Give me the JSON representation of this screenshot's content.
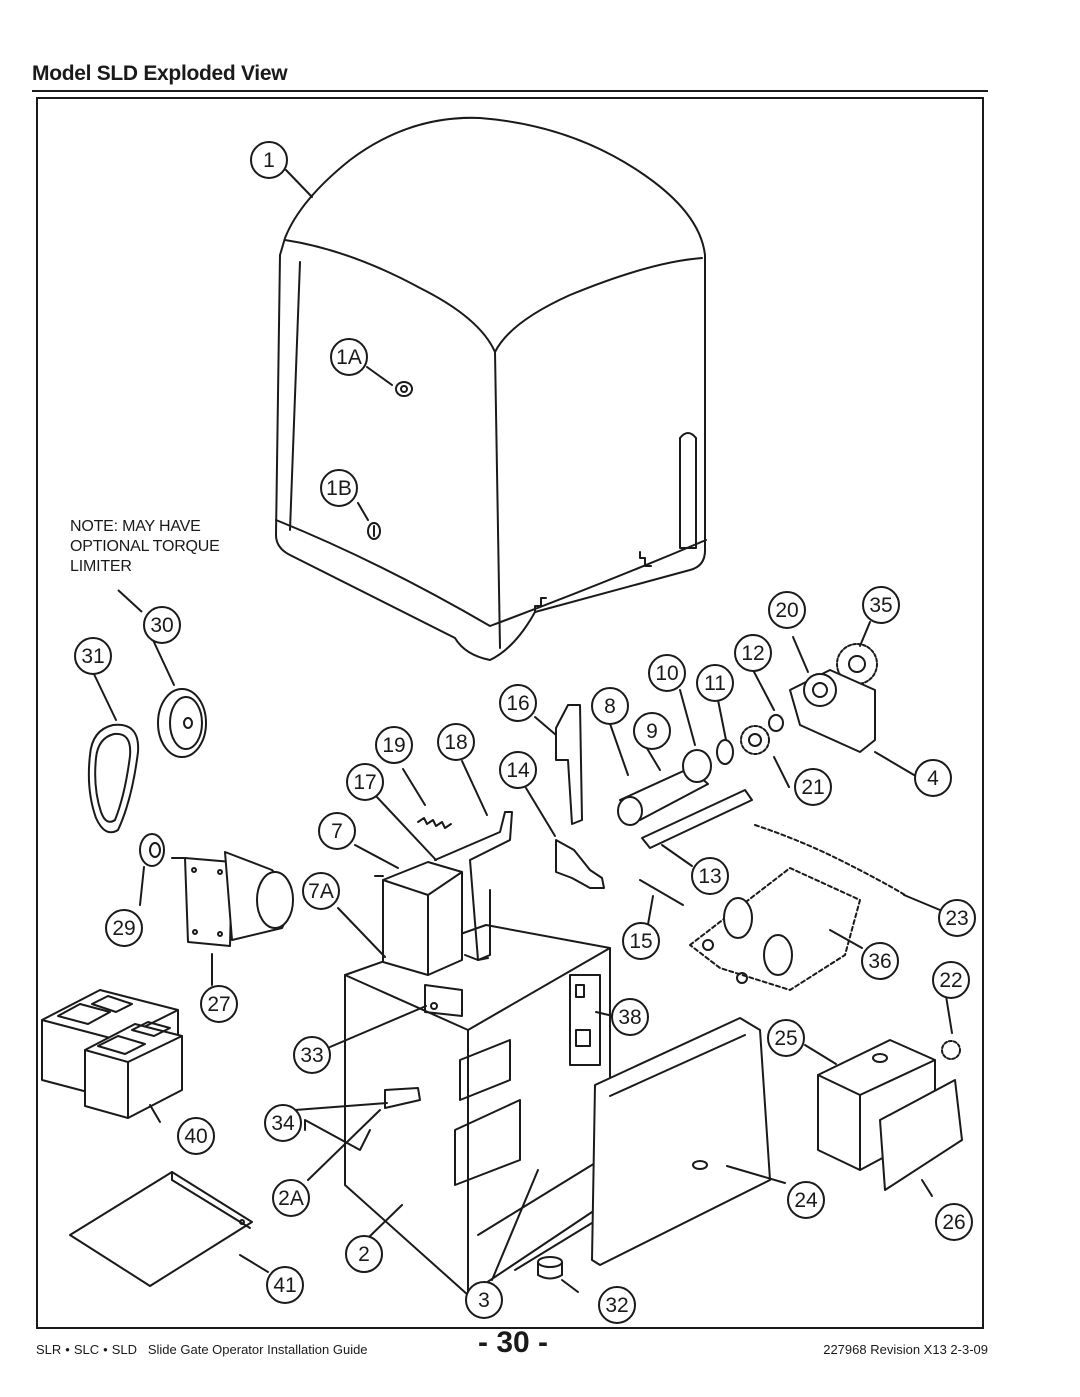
{
  "title": "Model SLD Exploded View",
  "note": [
    "NOTE: MAY HAVE",
    "OPTIONAL TORQUE",
    "LIMITER"
  ],
  "callouts": [
    "1",
    "1A",
    "1B",
    "30",
    "31",
    "20",
    "35",
    "12",
    "10",
    "11",
    "16",
    "8",
    "9",
    "19",
    "18",
    "14",
    "17",
    "7",
    "4",
    "21",
    "13",
    "7A",
    "29",
    "15",
    "23",
    "36",
    "22",
    "27",
    "38",
    "25",
    "33",
    "40",
    "34",
    "24",
    "2A",
    "26",
    "2",
    "41",
    "3",
    "32"
  ],
  "footer": {
    "products": [
      "SLR",
      "SLC",
      "SLD"
    ],
    "bullet": "•",
    "guide": "Slide Gate Operator Installation Guide",
    "page": "- 30 -",
    "revision": "227968 Revision X13 2-3-09"
  }
}
